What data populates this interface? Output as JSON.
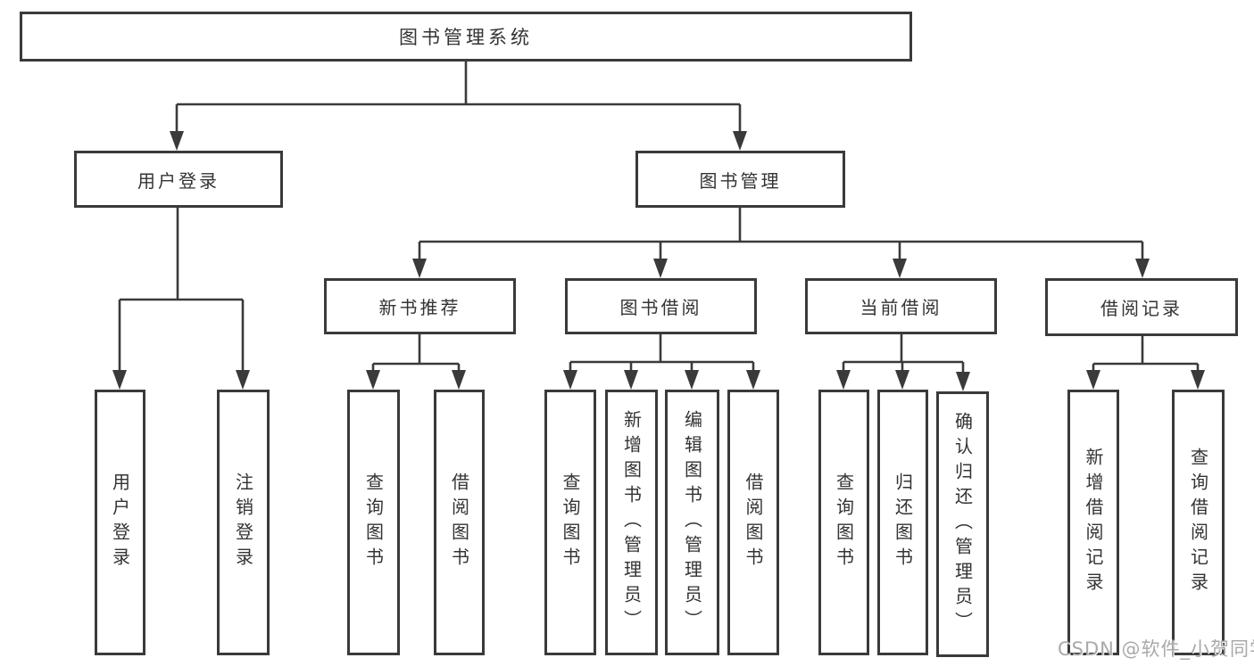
{
  "tree": {
    "label": "图书管理系统",
    "children": [
      {
        "label": "用户登录",
        "children": [
          {
            "label": "用户登录"
          },
          {
            "label": "注销登录"
          }
        ]
      },
      {
        "label": "图书管理",
        "children": [
          {
            "label": "新书推荐",
            "children": [
              {
                "label": "查询图书"
              },
              {
                "label": "借阅图书"
              }
            ]
          },
          {
            "label": "图书借阅",
            "children": [
              {
                "label": "查询图书"
              },
              {
                "label": "新增图书（管理员）"
              },
              {
                "label": "编辑图书（管理员）"
              },
              {
                "label": "借阅图书"
              }
            ]
          },
          {
            "label": "当前借阅",
            "children": [
              {
                "label": "查询图书"
              },
              {
                "label": "归还图书"
              },
              {
                "label": "确认归还（管理员）"
              }
            ]
          },
          {
            "label": "借阅记录",
            "children": [
              {
                "label": "新增借阅记录"
              },
              {
                "label": "查询借阅记录"
              }
            ]
          }
        ]
      }
    ]
  },
  "watermark": "CSDN @软件_小贺同学",
  "colors": {
    "line": "#3a3a3a",
    "box_border": "#3a3a3a",
    "text": "#333333",
    "background": "#ffffff",
    "watermark": "#a9a9a9"
  }
}
